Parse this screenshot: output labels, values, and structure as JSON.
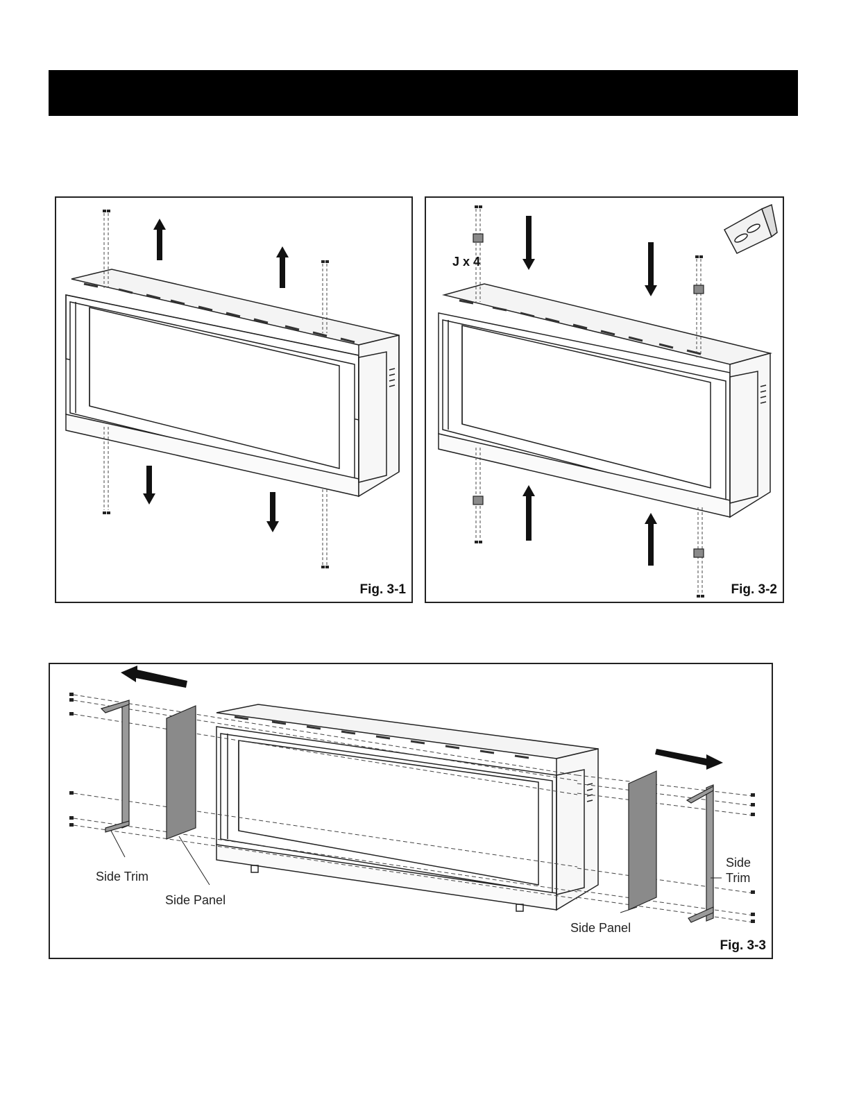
{
  "header": {
    "title": ""
  },
  "figures": [
    {
      "id": "fig-3-1",
      "label": "Fig. 3-1"
    },
    {
      "id": "fig-3-2",
      "label": "Fig. 3-2",
      "hardware": "J x 4"
    },
    {
      "id": "fig-3-3",
      "label": "Fig. 3-3",
      "callouts": {
        "left_trim": "Side Trim",
        "left_panel": "Side Panel",
        "right_panel": "Side Panel",
        "right_trim_line1": "Side",
        "right_trim_line2": "Trim"
      }
    }
  ],
  "colors": {
    "ink": "#111111",
    "panel_fill": "#8a8a8a",
    "header_bar": "#000000"
  }
}
